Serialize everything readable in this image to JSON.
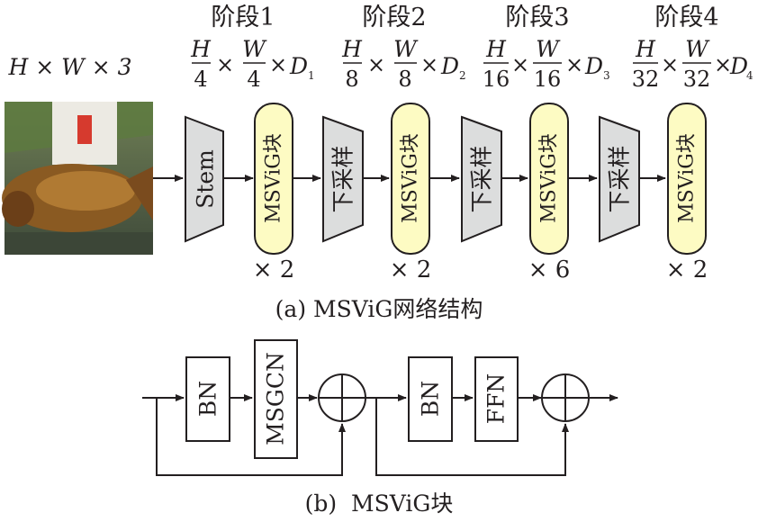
{
  "part_a": {
    "input_dim": "H × W × 3",
    "stages": [
      {
        "title": "阶段1",
        "frac_h": {
          "num": "H",
          "den": "4"
        },
        "frac_w": {
          "num": "W",
          "den": "4"
        },
        "d": "D",
        "d_sub": "1",
        "repeat": "× 2"
      },
      {
        "title": "阶段2",
        "frac_h": {
          "num": "H",
          "den": "8"
        },
        "frac_w": {
          "num": "W",
          "den": "8"
        },
        "d": "D",
        "d_sub": "2",
        "repeat": "× 2"
      },
      {
        "title": "阶段3",
        "frac_h": {
          "num": "H",
          "den": "16"
        },
        "frac_w": {
          "num": "W",
          "den": "16"
        },
        "d": "D",
        "d_sub": "3",
        "repeat": "× 6"
      },
      {
        "title": "阶段4",
        "frac_h": {
          "num": "H",
          "den": "32"
        },
        "frac_w": {
          "num": "W",
          "den": "32"
        },
        "d": "D",
        "d_sub": "4",
        "repeat": "× 2"
      }
    ],
    "stem_label": "Stem",
    "block_label": "MSViG块",
    "downsample_label": "下采样",
    "caption": "(a) MSViG网络结构"
  },
  "part_b": {
    "bn_label": "BN",
    "msgcn_label": "MSGCN",
    "ffn_label": "FFN",
    "caption": "(b)  MSViG块"
  },
  "colors": {
    "block_fill": "#fdfbc3",
    "trapezoid_fill": "#dcdddd",
    "stroke": "#231f20"
  }
}
